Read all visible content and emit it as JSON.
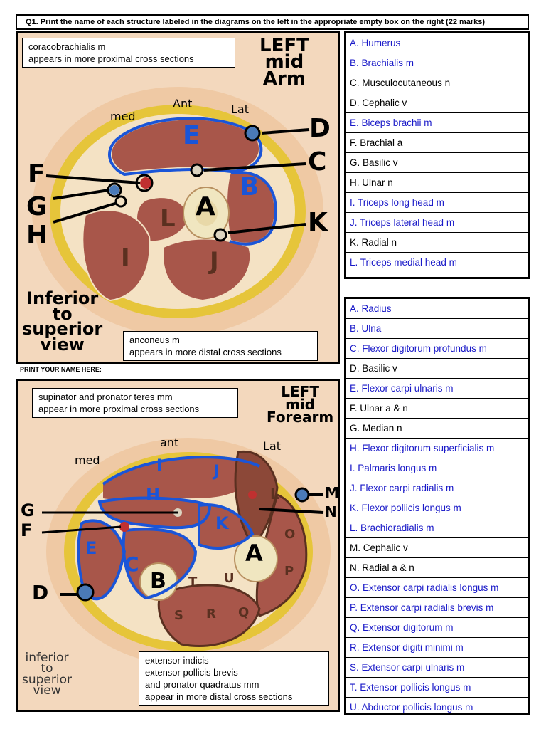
{
  "header": {
    "question": "Q1. Print the name of each structure labeled in the diagrams on the left in the appropriate empty box on the right (22 marks)"
  },
  "print_name_label": "PRINT YOUR NAME HERE:",
  "arm": {
    "note_top": [
      "coracobrachialis m",
      "appears in more proximal cross sections"
    ],
    "note_bottom": [
      "anconeus m",
      "appears in more distal cross sections"
    ],
    "title": [
      "LEFT",
      "mid",
      "Arm"
    ],
    "view": [
      "Inferior",
      "to",
      "superior",
      "view"
    ],
    "directions": {
      "med": "med",
      "ant": "Ant",
      "lat": "Lat"
    },
    "letters": {
      "A": "A",
      "B": "B",
      "C": "C",
      "D": "D",
      "E": "E",
      "F": "F",
      "G": "G",
      "H": "H",
      "I": "I",
      "J": "J",
      "K": "K",
      "L": "L"
    }
  },
  "forearm": {
    "note_top": [
      "supinator and pronator teres mm",
      "appear in more proximal cross sections"
    ],
    "note_bottom": [
      "extensor indicis",
      "extensor pollicis brevis",
      "and pronator quadratus mm",
      "appear in more distal cross sections"
    ],
    "title": [
      "LEFT",
      "mid",
      "Forearm"
    ],
    "view": [
      "inferior",
      "to",
      "superior",
      "view"
    ],
    "directions": {
      "med": "med",
      "ant": "ant",
      "lat": "Lat"
    },
    "letters": {
      "A": "A",
      "B": "B",
      "C": "C",
      "D": "D",
      "E": "E",
      "F": "F",
      "G": "G",
      "H": "H",
      "I": "I",
      "J": "J",
      "K": "K",
      "L": "L",
      "M": "M",
      "N": "N",
      "O": "O",
      "P": "P",
      "Q": "Q",
      "R": "R",
      "S": "S",
      "T": "T",
      "U": "U"
    }
  },
  "answers_arm": [
    {
      "text": "A. Humerus",
      "color": "blue"
    },
    {
      "text": "B. Brachialis m",
      "color": "blue"
    },
    {
      "text": "C. Musculocutaneous n",
      "color": "black"
    },
    {
      "text": "D. Cephalic v",
      "color": "black"
    },
    {
      "text": "E. Biceps brachii m",
      "color": "blue"
    },
    {
      "text": "F. Brachial a",
      "color": "black"
    },
    {
      "text": "G. Basilic v",
      "color": "black"
    },
    {
      "text": "H. Ulnar n",
      "color": "black"
    },
    {
      "text": "I. Triceps long head m",
      "color": "blue"
    },
    {
      "text": "J. Triceps lateral head m",
      "color": "blue"
    },
    {
      "text": "K. Radial n",
      "color": "black"
    },
    {
      "text": "L. Triceps medial head m",
      "color": "blue"
    }
  ],
  "answers_forearm": [
    {
      "text": "A. Radius",
      "color": "blue"
    },
    {
      "text": "B. Ulna",
      "color": "blue"
    },
    {
      "text": "C. Flexor digitorum profundus m",
      "color": "blue"
    },
    {
      "text": "D. Basilic v",
      "color": "black"
    },
    {
      "text": "E. Flexor carpi ulnaris m",
      "color": "blue"
    },
    {
      "text": "F. Ulnar a & n",
      "color": "black"
    },
    {
      "text": "G. Median n",
      "color": "black"
    },
    {
      "text": "H. Flexor digitorum superficialis m",
      "color": "blue"
    },
    {
      "text": "I. Palmaris longus m",
      "color": "blue"
    },
    {
      "text": "J. Flexor carpi radialis m",
      "color": "blue"
    },
    {
      "text": "K. Flexor pollicis longus m",
      "color": "blue"
    },
    {
      "text": "L. Brachioradialis m",
      "color": "blue"
    },
    {
      "text": "M. Cephalic v",
      "color": "black"
    },
    {
      "text": "N. Radial a & n",
      "color": "black"
    },
    {
      "text": "O. Extensor carpi radialis longus m",
      "color": "blue"
    },
    {
      "text": "P. Extensor carpi radialis brevis m",
      "color": "blue"
    },
    {
      "text": "Q. Extensor digitorum m",
      "color": "blue"
    },
    {
      "text": "R. Extensor digiti minimi m",
      "color": "blue"
    },
    {
      "text": "S. Extensor carpi ulnaris m",
      "color": "blue"
    },
    {
      "text": "T. Extensor pollicis longus m",
      "color": "blue"
    },
    {
      "text": "U. Abductor pollicis longus m",
      "color": "blue"
    }
  ],
  "colors": {
    "blue_text": "#1919c8",
    "outline_blue": "#1a55d8",
    "muscle": "#a8564a",
    "fat": "#e8cc40",
    "skin": "#f0c8a0",
    "bone": "#f0e6c0"
  }
}
